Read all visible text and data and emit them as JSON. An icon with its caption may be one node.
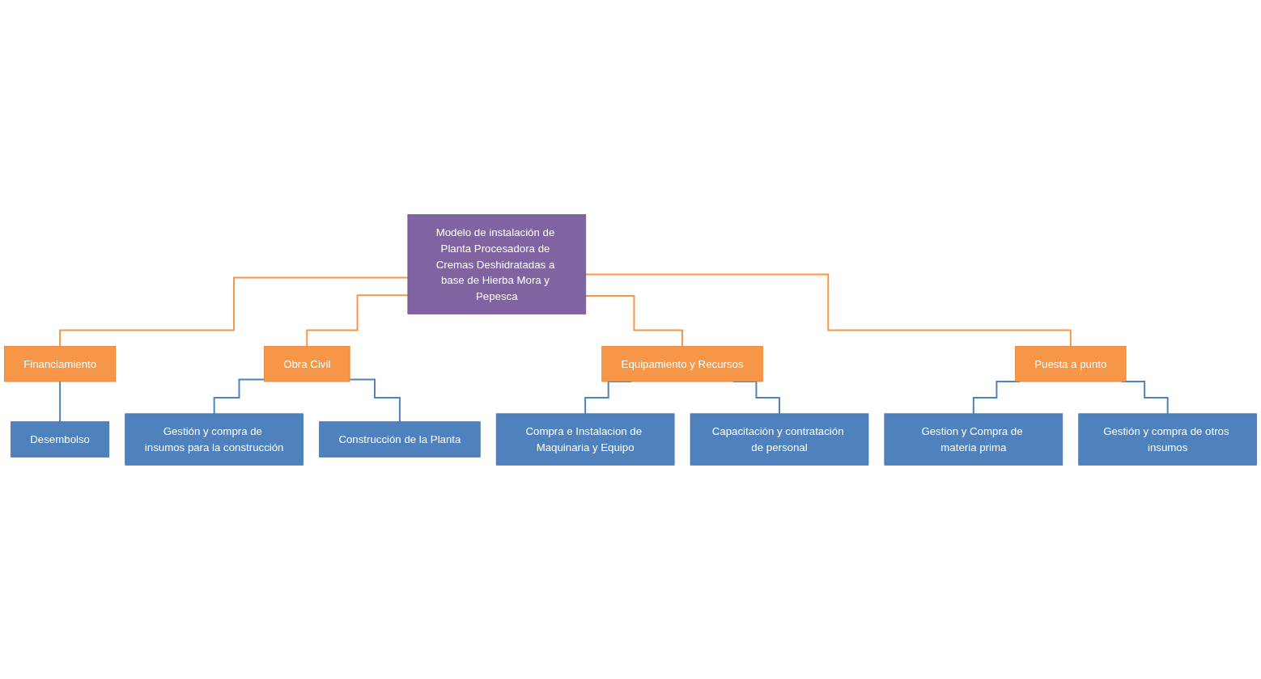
{
  "diagram": {
    "nodes": [
      {
        "text": [
          "Modelo de instalación de Planta Procesadora de Cremas Deshidratadas a base de Hierba Mora y Pepesca"
        ]
      },
      {
        "text": [
          "Financiamiento"
        ]
      },
      {
        "text": [
          "Obra Civil"
        ]
      },
      {
        "text": [
          "Equipamiento y Recursos"
        ]
      },
      {
        "text": [
          "Puesta a punto"
        ]
      },
      {
        "text": [
          "Desembolso"
        ]
      },
      {
        "text": [
          "Gestión y compra de insumos para la construcción"
        ]
      },
      {
        "text": [
          "Construcción de la Planta"
        ]
      },
      {
        "text": [
          "Compra e Instalacion de Maquinaria y Equipo"
        ]
      },
      {
        "text": [
          "Capacitación y contratación de personal"
        ]
      },
      {
        "text": [
          "Gestion y Compra de materia prima"
        ]
      },
      {
        "text": [
          "Gestión y compra de otros insumos"
        ]
      }
    ],
    "edges": [
      {
        "from": 0,
        "to": 1,
        "arrow": "none",
        "color": "#f79646"
      },
      {
        "from": 0,
        "to": 2,
        "arrow": "none",
        "color": "#f79646"
      },
      {
        "from": 0,
        "to": 3,
        "arrow": "none",
        "color": "#f79646"
      },
      {
        "from": 0,
        "to": 4,
        "arrow": "none",
        "color": "#f79646"
      },
      {
        "from": 1,
        "to": 5,
        "arrow": "none"
      },
      {
        "from": 2,
        "to": 6,
        "arrow": "none"
      },
      {
        "from": 2,
        "to": 7,
        "arrow": "none"
      },
      {
        "from": 3,
        "to": 8,
        "arrow": "none"
      },
      {
        "from": 3,
        "to": 9,
        "arrow": "none"
      },
      {
        "from": 4,
        "to": 10,
        "arrow": "none"
      },
      {
        "from": 4,
        "to": 11,
        "arrow": "none"
      }
    ]
  }
}
